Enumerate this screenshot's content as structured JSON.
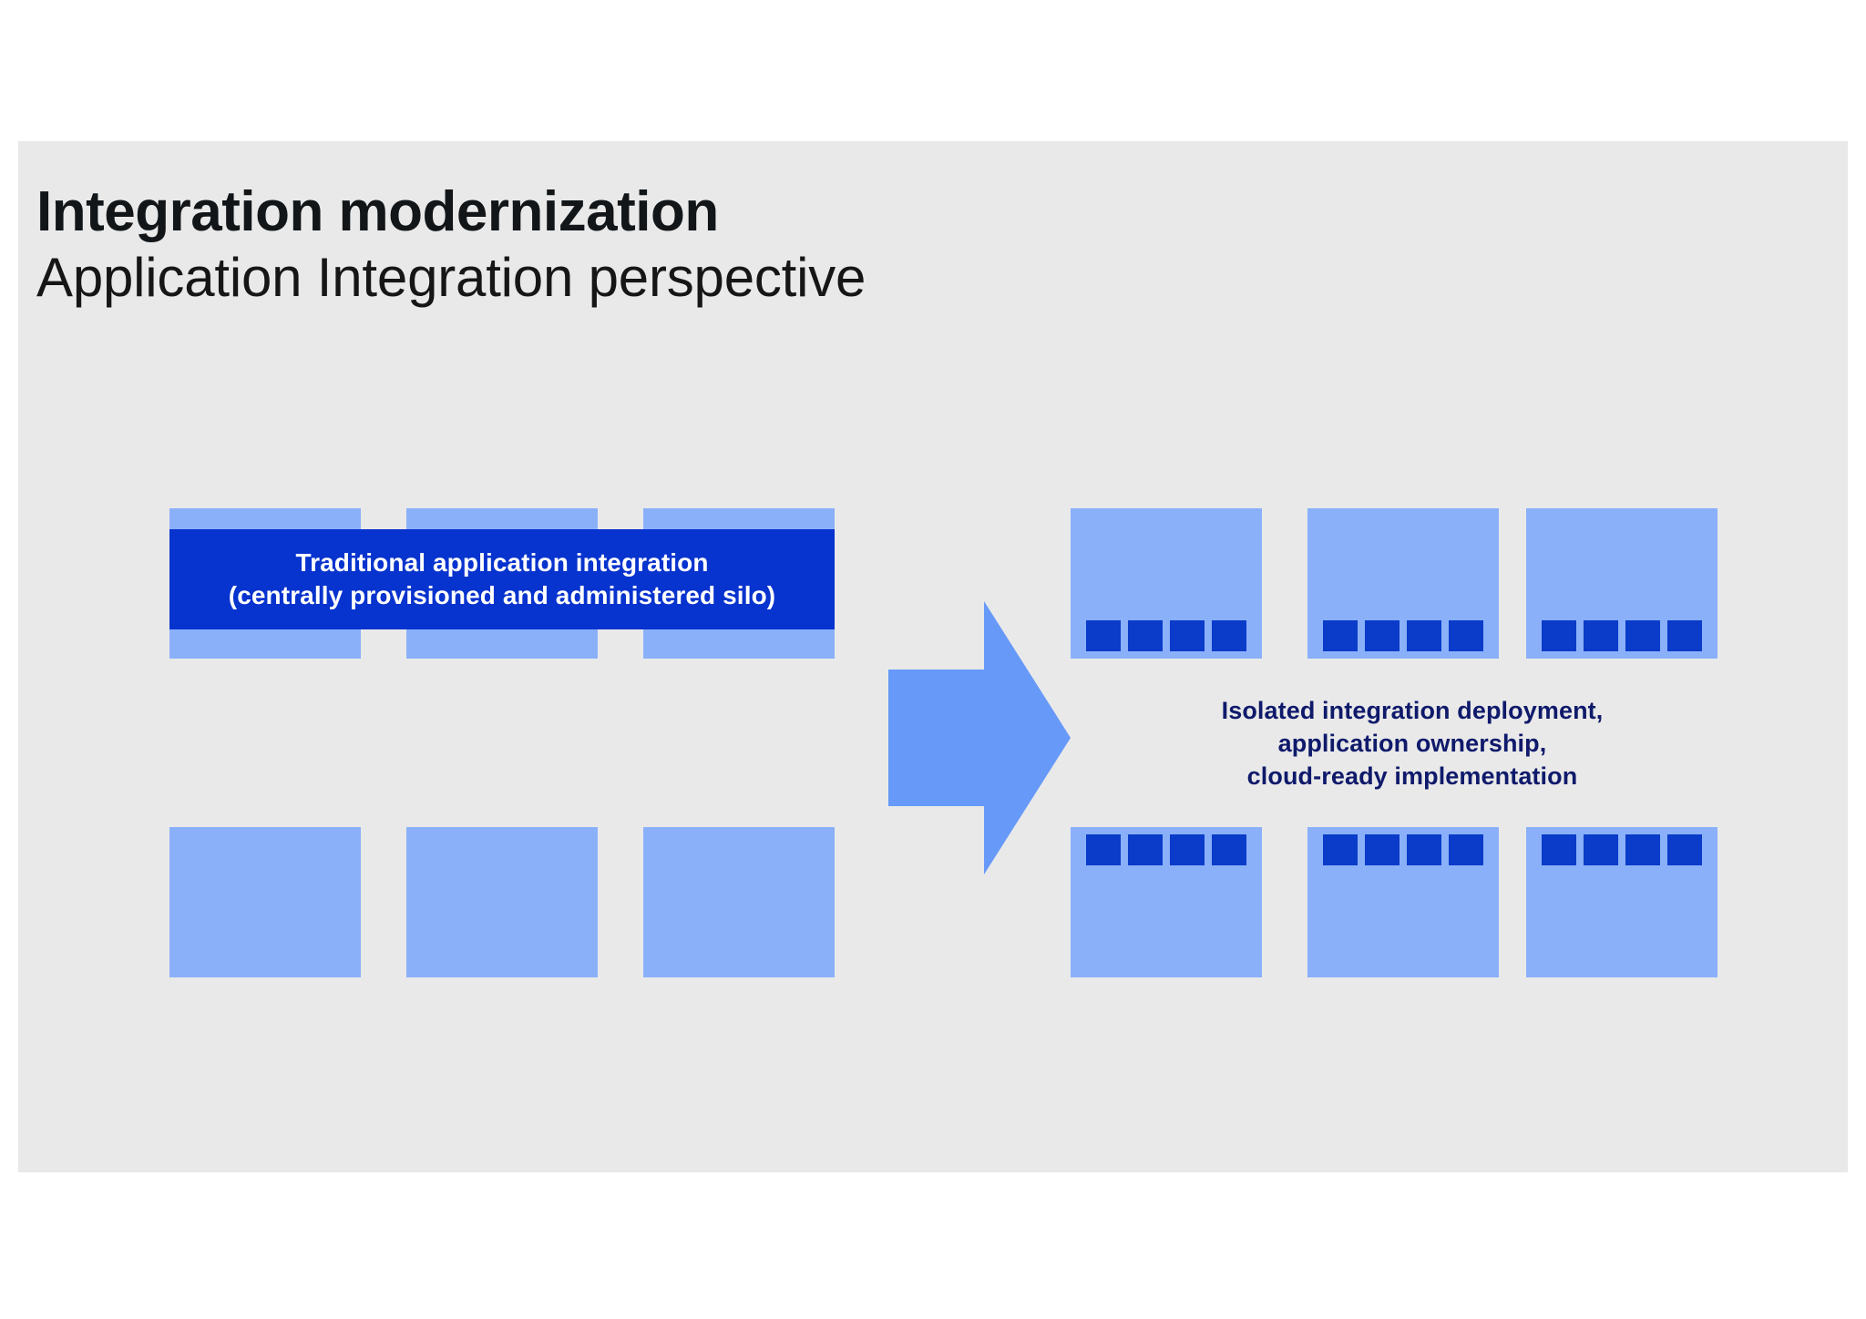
{
  "slide": {
    "title": "Integration modernization",
    "subtitle": "Application Integration perspective",
    "background_color": "#e9e9e9",
    "page_background_color": "#ffffff"
  },
  "colors": {
    "app_box": "#8ab0fa",
    "banner": "#0733ce",
    "chip": "#0a3bc9",
    "arrow": "#6699f8",
    "caption_text": "#0f1a6b",
    "title_text": "#121619"
  },
  "left_cluster": {
    "name": "Traditional application integration cluster",
    "banner": {
      "line1": "Traditional application integration",
      "line2": "(centrally provisioned and administered silo)"
    },
    "top_boxes": [
      {
        "label": ""
      },
      {
        "label": ""
      },
      {
        "label": ""
      }
    ],
    "bottom_boxes": [
      {
        "label": ""
      },
      {
        "label": ""
      },
      {
        "label": ""
      }
    ]
  },
  "arrow": {
    "icon": "right-arrow-icon",
    "direction": "right"
  },
  "right_cluster": {
    "name": "Modernized isolated integration cluster",
    "caption": {
      "line1": "Isolated integration deployment,",
      "line2": "application ownership,",
      "line3": "cloud-ready implementation"
    },
    "top_boxes": [
      {
        "chips": 4
      },
      {
        "chips": 4
      },
      {
        "chips": 4
      }
    ],
    "bottom_boxes": [
      {
        "chips": 4
      },
      {
        "chips": 4
      },
      {
        "chips": 4
      }
    ]
  }
}
